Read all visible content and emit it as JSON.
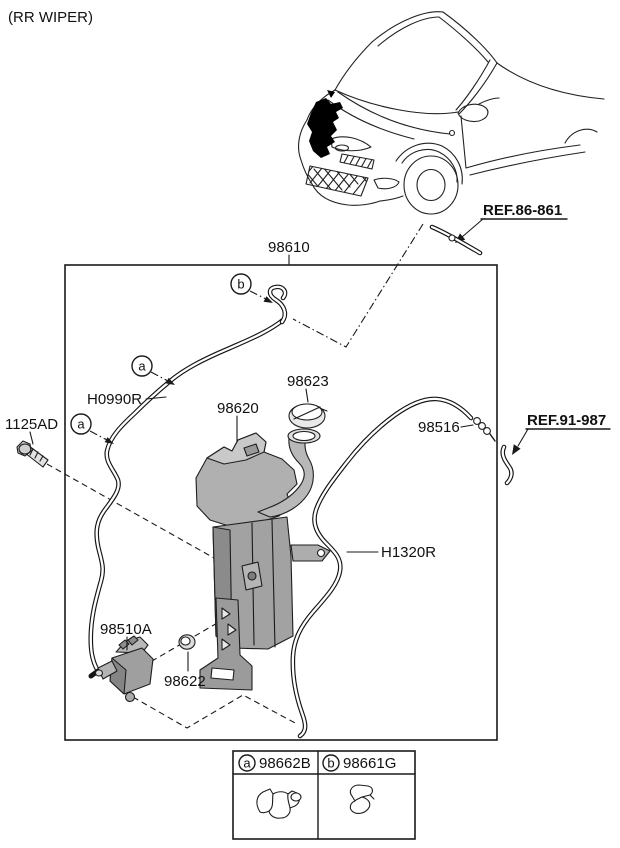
{
  "header": {
    "title": "(RR WIPER)"
  },
  "callouts": {
    "a": "a",
    "b": "b"
  },
  "parts": {
    "hose_assembly": "98610",
    "hose_front": "H0990R",
    "hose_rear": "H1320R",
    "reservoir": "98620",
    "cap": "98623",
    "connector": "98516",
    "bolt": "1125AD",
    "motor_pump": "98510A",
    "grommet": "98622"
  },
  "references": {
    "cowl_trim": "REF.86-861",
    "body_wiring": "REF.91-987"
  },
  "legend": {
    "items": [
      {
        "callout": "a",
        "part": "98662B"
      },
      {
        "callout": "b",
        "part": "98661G"
      }
    ]
  },
  "colors": {
    "line": "#1a1a1a",
    "fill_light": "#cccccc",
    "fill_mid": "#a8a8a8",
    "fill_dark": "#8c8c8c"
  }
}
